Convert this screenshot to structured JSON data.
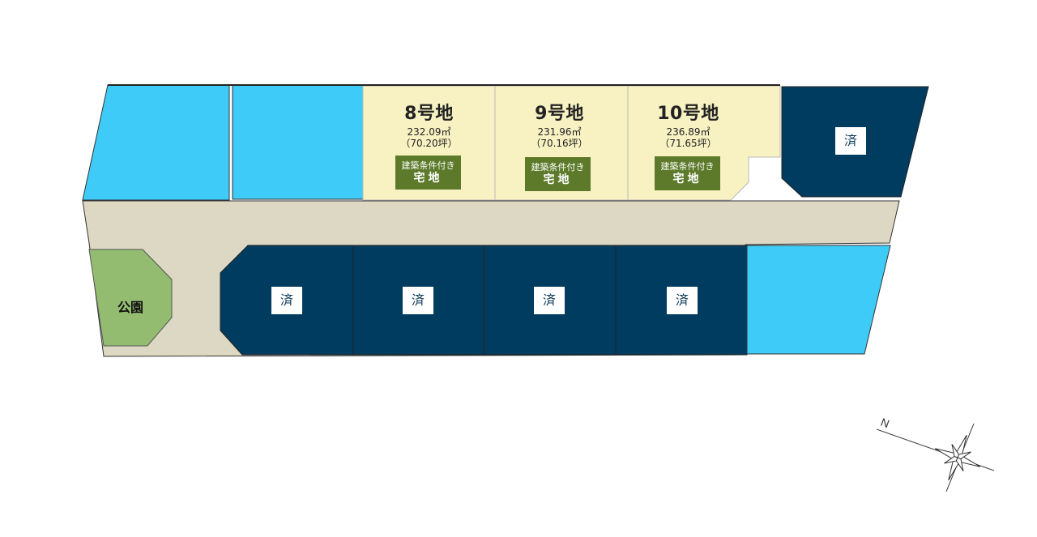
{
  "lots": [
    {
      "number": "8号地",
      "area": "232.09㎡",
      "tsubo": "（70.20坪）",
      "tag_condition": "建築条件付き",
      "tag_kind": "宅地"
    },
    {
      "number": "9号地",
      "area": "231.96㎡",
      "tsubo": "（70.16坪）",
      "tag_condition": "建築条件付き",
      "tag_kind": "宅地"
    },
    {
      "number": "10号地",
      "area": "236.89㎡",
      "tsubo": "（71.65坪）",
      "tag_condition": "建築条件付き",
      "tag_kind": "宅地"
    }
  ],
  "sold_label": "済",
  "park_label": "公園",
  "compass": {
    "icon": "compass-star-icon",
    "north_label": "N"
  },
  "colors": {
    "available_lot": "#f8f1c2",
    "sold_lot": "#003c5f",
    "other_lot": "#3ecbf7",
    "road": "#dcd8c3",
    "park": "#93bc71",
    "tag": "#5c7a2a"
  }
}
